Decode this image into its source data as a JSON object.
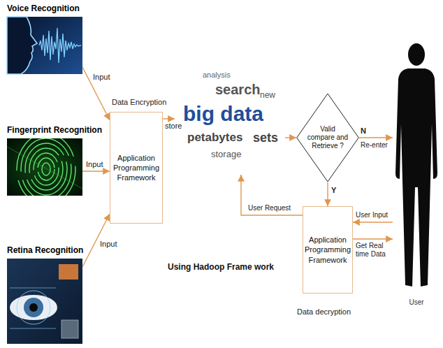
{
  "diagram": {
    "nodes": [
      {
        "text": [
          "Voice Recognition"
        ]
      },
      {
        "text": [
          "Fingerprint Recognition"
        ]
      },
      {
        "text": [
          "Retina Recognition"
        ]
      },
      {
        "text": [
          "Application Programming Framework"
        ]
      },
      {
        "text": [
          "big data",
          "search",
          "sets",
          "petabytes",
          "storage",
          "analysis",
          "new"
        ]
      },
      {
        "text": [
          "Valid compare and Retrieve ?"
        ]
      },
      {
        "text": [
          "Application Programming Framework"
        ]
      },
      {
        "text": [
          "User"
        ]
      }
    ],
    "edges": [
      {
        "from": 0,
        "to": 3,
        "arrow": "to",
        "label": "Input"
      },
      {
        "from": 1,
        "to": 3,
        "arrow": "to",
        "label": "Input"
      },
      {
        "from": 2,
        "to": 3,
        "arrow": "to",
        "label": "Input"
      },
      {
        "from": 3,
        "to": 4,
        "arrow": "to",
        "label": "store"
      },
      {
        "from": 4,
        "to": 5,
        "arrow": "to"
      },
      {
        "from": 5,
        "to": 7,
        "arrow": "to",
        "label": "Re-enter"
      },
      {
        "from": 5,
        "to": 6,
        "arrow": "to",
        "label": "Y"
      },
      {
        "from": 6,
        "to": 4,
        "arrow": "to",
        "label": "User Request"
      },
      {
        "from": 7,
        "to": 6,
        "arrow": "to",
        "label": "User Input"
      },
      {
        "from": 6,
        "to": 7,
        "arrow": "to",
        "label": "Get Real time Data"
      }
    ],
    "labels": [
      "Data Encryption",
      "Using Hadoop Frame work",
      "N",
      "Data decryption"
    ]
  }
}
